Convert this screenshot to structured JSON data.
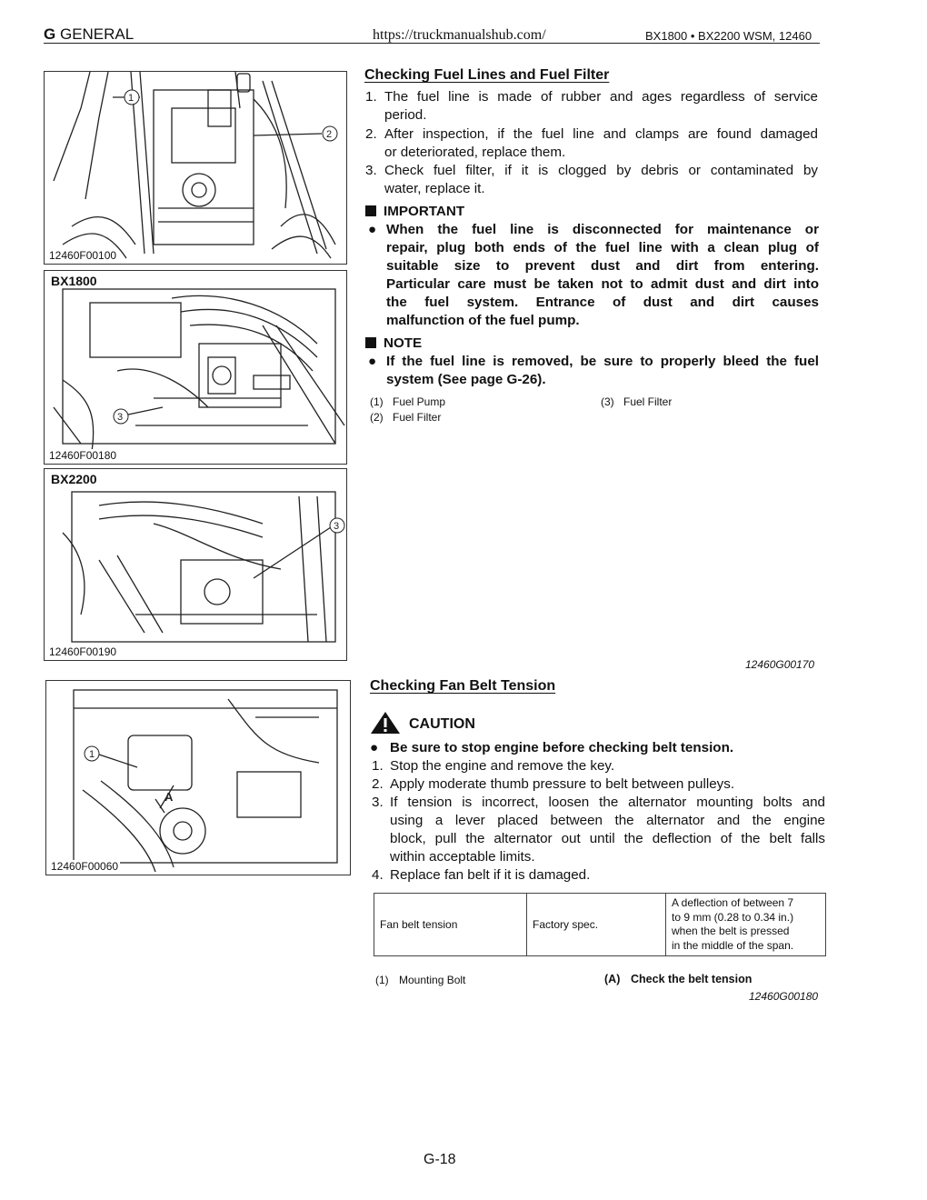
{
  "header": {
    "section_letter": "G",
    "section_name": "GENERAL",
    "url": "https://truckmanualshub.com/",
    "manual": "BX1800 • BX2200 WSM, 12460"
  },
  "figures": [
    {
      "code": "12460F00100",
      "model": "",
      "callouts": [
        "1",
        "2"
      ]
    },
    {
      "code": "12460F00180",
      "model": "BX1800",
      "callouts": [
        "3"
      ]
    },
    {
      "code": "12460F00190",
      "model": "BX2200",
      "callouts": [
        "3"
      ]
    },
    {
      "code": "12460F00060",
      "model": "",
      "callouts": [
        "1",
        "A"
      ]
    }
  ],
  "fuel": {
    "title": "Checking Fuel Lines and Fuel Filter",
    "steps": [
      {
        "n": "1.",
        "line1": "The fuel line is made of rubber and ages regardless of service",
        "line2": "period."
      },
      {
        "n": "2.",
        "line1": "After inspection, if the fuel line and clamps are found damaged",
        "line2": "or deteriorated, replace them."
      },
      {
        "n": "3.",
        "line1": "Check fuel filter, if it is clogged by debris or contaminated by",
        "line2": "water, replace it."
      }
    ],
    "important_label": "IMPORTANT",
    "important_lines": [
      "When the fuel line is disconnected for maintenance or",
      "repair, plug both ends of the fuel line with a clean plug of",
      "suitable size to prevent dust and dirt from entering.",
      "Particular care must be taken not to admit dust and dirt into",
      "the fuel system.  Entrance of dust and dirt causes",
      "malfunction of the fuel pump."
    ],
    "note_label": "NOTE",
    "note_lines": [
      "If the fuel line is removed, be sure to properly bleed the fuel",
      "system (See page G-26)."
    ],
    "legend": [
      {
        "n": "(1)",
        "label": "Fuel Pump"
      },
      {
        "n": "(2)",
        "label": "Fuel Filter"
      },
      {
        "n": "(3)",
        "label": "Fuel Filter"
      }
    ],
    "code": "12460G00170"
  },
  "belt": {
    "title": "Checking Fan Belt Tension",
    "caution_label": "CAUTION",
    "caution_text": "Be sure to stop engine before checking belt tension.",
    "steps": [
      {
        "n": "1.",
        "lines": [
          "Stop the engine and remove the key."
        ]
      },
      {
        "n": "2.",
        "lines": [
          "Apply moderate thumb pressure to belt between pulleys."
        ]
      },
      {
        "n": "3.",
        "lines": [
          "If tension is incorrect, loosen the alternator mounting bolts and",
          "using a lever placed between the alternator and the engine",
          "block, pull the alternator out until the deflection of the belt falls",
          "within acceptable limits."
        ]
      },
      {
        "n": "4.",
        "lines": [
          "Replace fan belt if it is damaged."
        ]
      }
    ],
    "table": {
      "item": "Fan belt tension",
      "spec_type": "Factory spec.",
      "value_lines": [
        "A deflection of between 7",
        "to 9 mm (0.28 to 0.34 in.)",
        "when the belt is pressed",
        "in the middle of the span."
      ]
    },
    "legend_1": {
      "n": "(1)",
      "label": "Mounting Bolt"
    },
    "legend_a": {
      "n": "(A)",
      "label": "Check the belt tension"
    },
    "code": "12460G00180"
  },
  "page_number": "G-18"
}
